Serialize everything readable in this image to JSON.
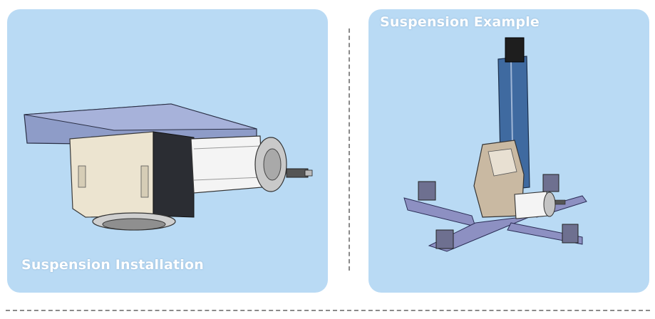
{
  "left_panel": {
    "caption": "Suspension Installation",
    "image_icon": "suspension-installation-render"
  },
  "right_panel": {
    "caption": "Suspension Example",
    "image_icon": "suspension-example-render"
  },
  "colors": {
    "panel_background": "#b9daf4",
    "caption_text": "#ffffff",
    "divider": "#8a8a8a",
    "base_plate": "#8e9cc8",
    "housing": "#ece4d0",
    "motor": "#f4f4f4",
    "column": "#3f6aa0",
    "frame": "#8d90c2"
  }
}
